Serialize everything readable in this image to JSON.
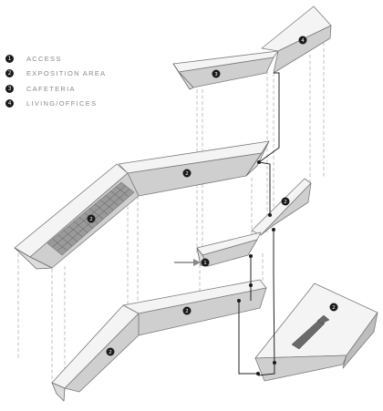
{
  "legend": [
    {
      "number": "1",
      "label": "ACCESS"
    },
    {
      "number": "2",
      "label": "EXPOSITION AREA"
    },
    {
      "number": "3",
      "label": "CAFETERIA"
    },
    {
      "number": "4",
      "label": "LIVING/OFFICES"
    }
  ],
  "markers": {
    "cafeteria": "3",
    "living_offices": "4",
    "exposition_upper": "2",
    "exposition_ramp": "2",
    "exposition_right": "2",
    "access": "1",
    "exposition_lower": "2",
    "exposition_lower_left": "2",
    "exposition_slab": "2"
  },
  "colors": {
    "marker": "#1a1a1a",
    "legend_text": "#8a8a8a",
    "volume_top": "#f4f4f4",
    "volume_side": "#cfcfcf"
  }
}
